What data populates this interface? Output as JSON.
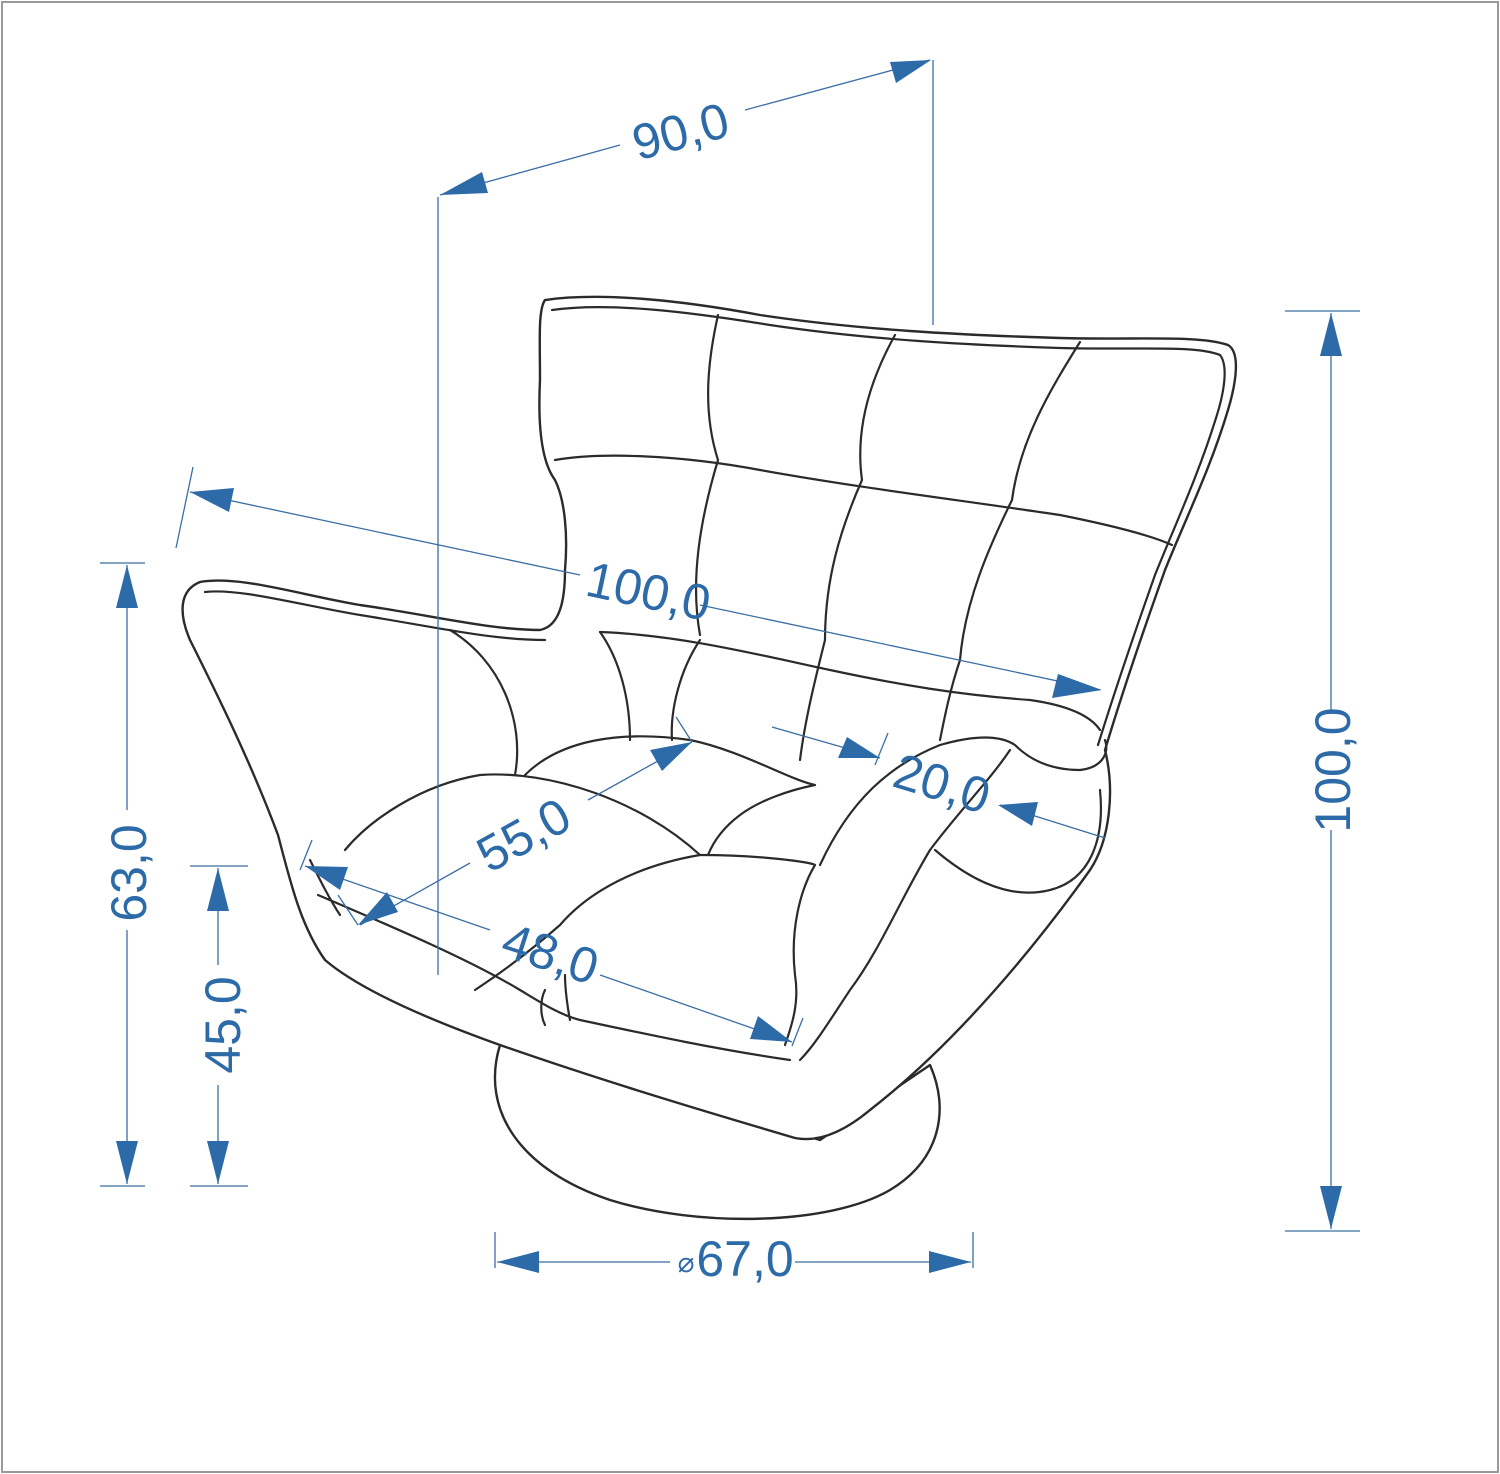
{
  "dimensions": {
    "width": "90,0",
    "depth": "100,0",
    "height": "100,0",
    "arm_height": "63,0",
    "seat_height": "45,0",
    "seat_depth": "55,0",
    "seat_width": "48,0",
    "arm_width": "20,0",
    "base_diameter": "67,0",
    "diameter_symbol": "⌀"
  },
  "colors": {
    "dimension": "#2c6aa8",
    "outline": "#2b2b2b",
    "frame": "#9a9a9a"
  }
}
